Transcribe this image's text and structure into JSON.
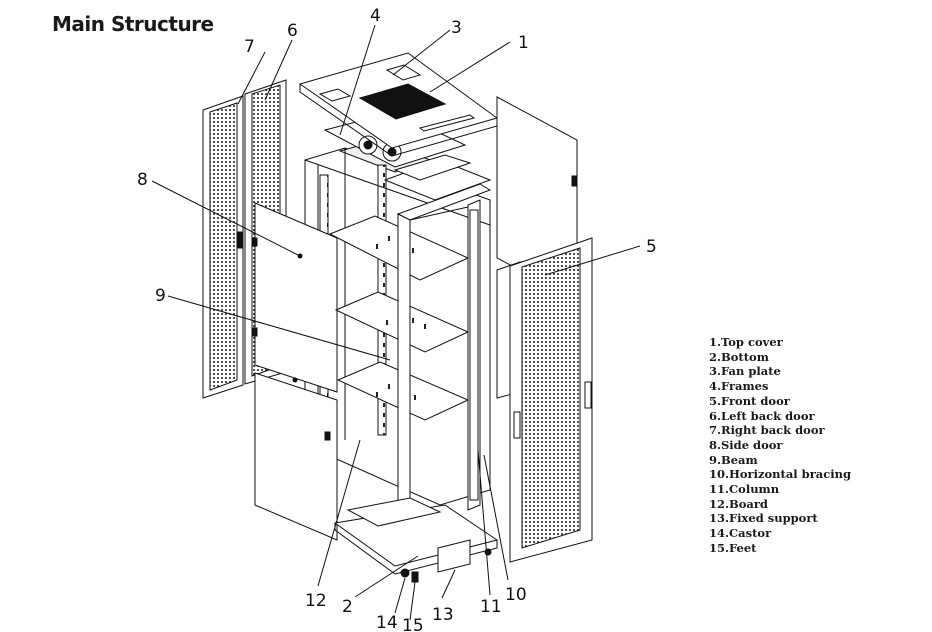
{
  "title": "Main Structure",
  "callouts": [
    "1",
    "2",
    "3",
    "4",
    "5",
    "6",
    "7",
    "8",
    "9",
    "10",
    "11",
    "12",
    "13",
    "14",
    "15"
  ],
  "legend": [
    "1.Top cover",
    "2.Bottom",
    "3.Fan plate",
    "4.Frames",
    "5.Front door",
    "6.Left back door",
    "7.Right back door",
    "8.Side door",
    "9.Beam",
    "10.Horizontal bracing",
    "11.Column",
    "12.Board",
    "13.Fixed support",
    "14.Castor",
    "15.Feet"
  ]
}
